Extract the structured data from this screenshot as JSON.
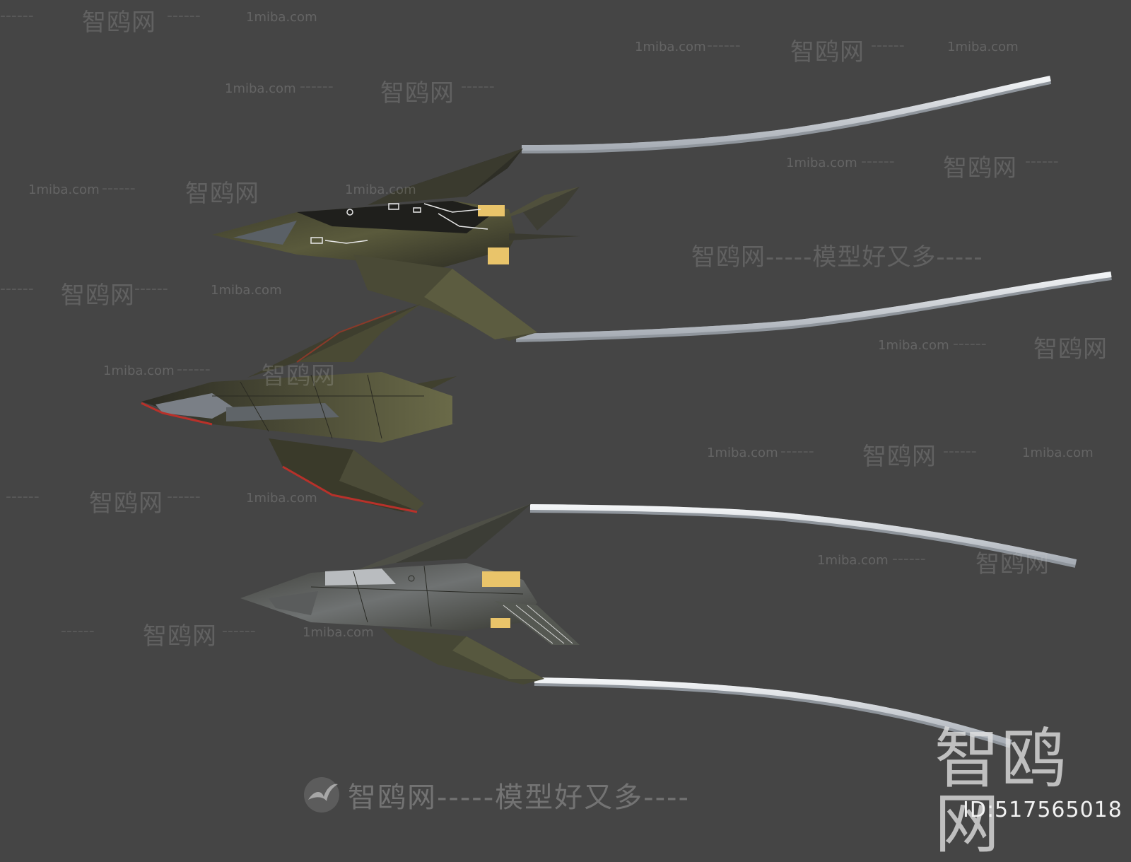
{
  "scene": {
    "background_color": "#454545",
    "subject_icons": [
      "stealth-jet-camo-top",
      "stealth-jet-camo-middle",
      "stealth-jet-grey-bottom"
    ],
    "contrail_color": "#d8dde3"
  },
  "watermarks": {
    "brand": "智鸥网",
    "url": "1miba.com",
    "slogan": "智鸥网-----模型好又多----",
    "inline_slogan": "智鸥网-----模型好又多-----",
    "dashes": "------",
    "big_brand": "智鸥网",
    "id_text": "ID:517565018"
  }
}
